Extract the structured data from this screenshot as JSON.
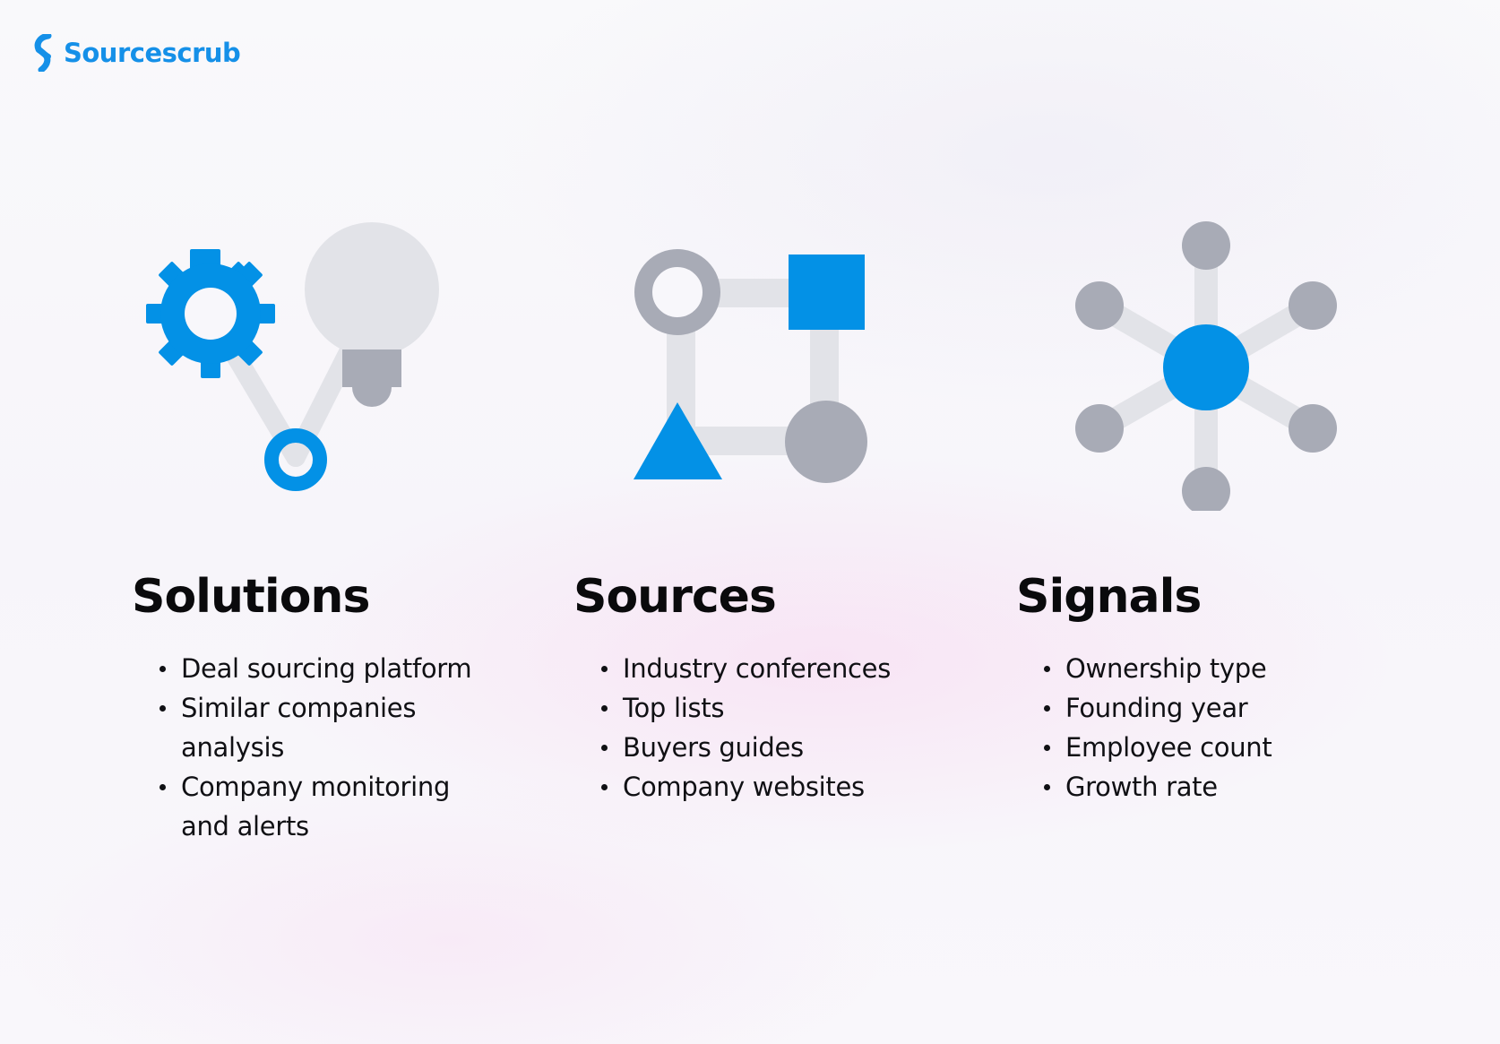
{
  "brand": {
    "name": "Sourcescrub",
    "logo_icon": "sourcescrub-s-logo-icon"
  },
  "colors": {
    "accent_blue": "#0391E6",
    "gray_dark": "#A8ABB6",
    "gray_light": "#E2E3E8",
    "text": "#0A0A0C"
  },
  "columns": [
    {
      "title": "Solutions",
      "icon": "gear-lightbulb-icon",
      "items": [
        "Deal sourcing platform",
        "Similar companies analysis",
        "Company monitoring and alerts"
      ]
    },
    {
      "title": "Sources",
      "icon": "shapes-network-icon",
      "items": [
        "Industry conferences",
        "Top lists",
        "Buyers guides",
        "Company websites"
      ]
    },
    {
      "title": "Signals",
      "icon": "hub-spoke-network-icon",
      "items": [
        "Ownership type",
        "Founding year",
        "Employee count",
        "Growth rate"
      ]
    }
  ]
}
